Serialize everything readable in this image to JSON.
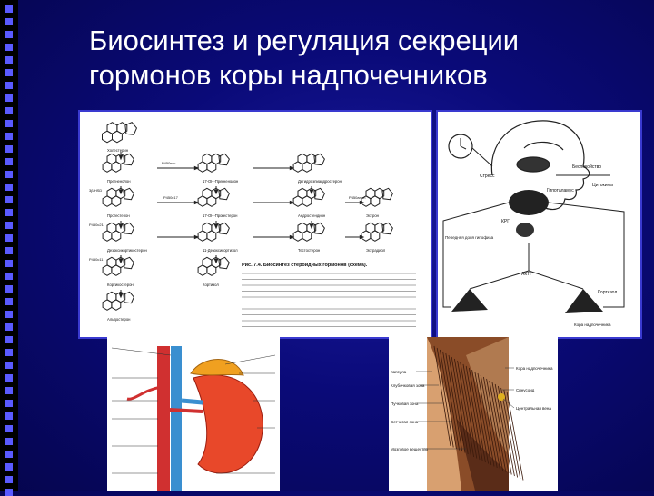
{
  "slide": {
    "title_line1": "Биосинтез и регуляция секреции",
    "title_line2": "гормонов коры надпочечников"
  },
  "panels": {
    "biosynthesis": {
      "caption": "Рис. 7.4. Биосинтез стероидных гормонов (схема).",
      "compounds": [
        "Холестерин",
        "Прегненолон",
        "17-ОН-Прегненолон",
        "Дегидроэпиандростерон",
        "Прогестерон",
        "17-ОН-Прогестерон",
        "Андростендион",
        "Эстрон",
        "Дезоксикортикостерон",
        "11-Дезоксикортизол",
        "Тестостерон",
        "Эстрадиол",
        "Кортикостерон",
        "Кортизол",
        "Альдостерон"
      ],
      "enzymes": [
        "P450scc",
        "P450c17",
        "3β-HSD",
        "P450c21",
        "P450c11",
        "P450arom"
      ]
    },
    "regulation": {
      "labels": [
        "Стресс",
        "Беспокойство",
        "Гипоталамус",
        "Цитокины",
        "КРГ",
        "АКТГ",
        "Передняя доля гипофиза",
        "Кортизол",
        "Кора надпочечника"
      ]
    },
    "anatomy": {},
    "histology": {
      "labels_left": [
        "Капсула",
        "Клубочковая зона",
        "Пучковая зона",
        "Сетчатая зона",
        "Мозговое вещество"
      ],
      "labels_right": [
        "Кора надпочечника",
        "Синусоид",
        "Центральная вена"
      ]
    }
  },
  "colors": {
    "background": "#0a0a78",
    "title": "#ffffff",
    "accent_hole": "#5a5aff"
  },
  "icons": [
    "film-strip-decoration"
  ]
}
